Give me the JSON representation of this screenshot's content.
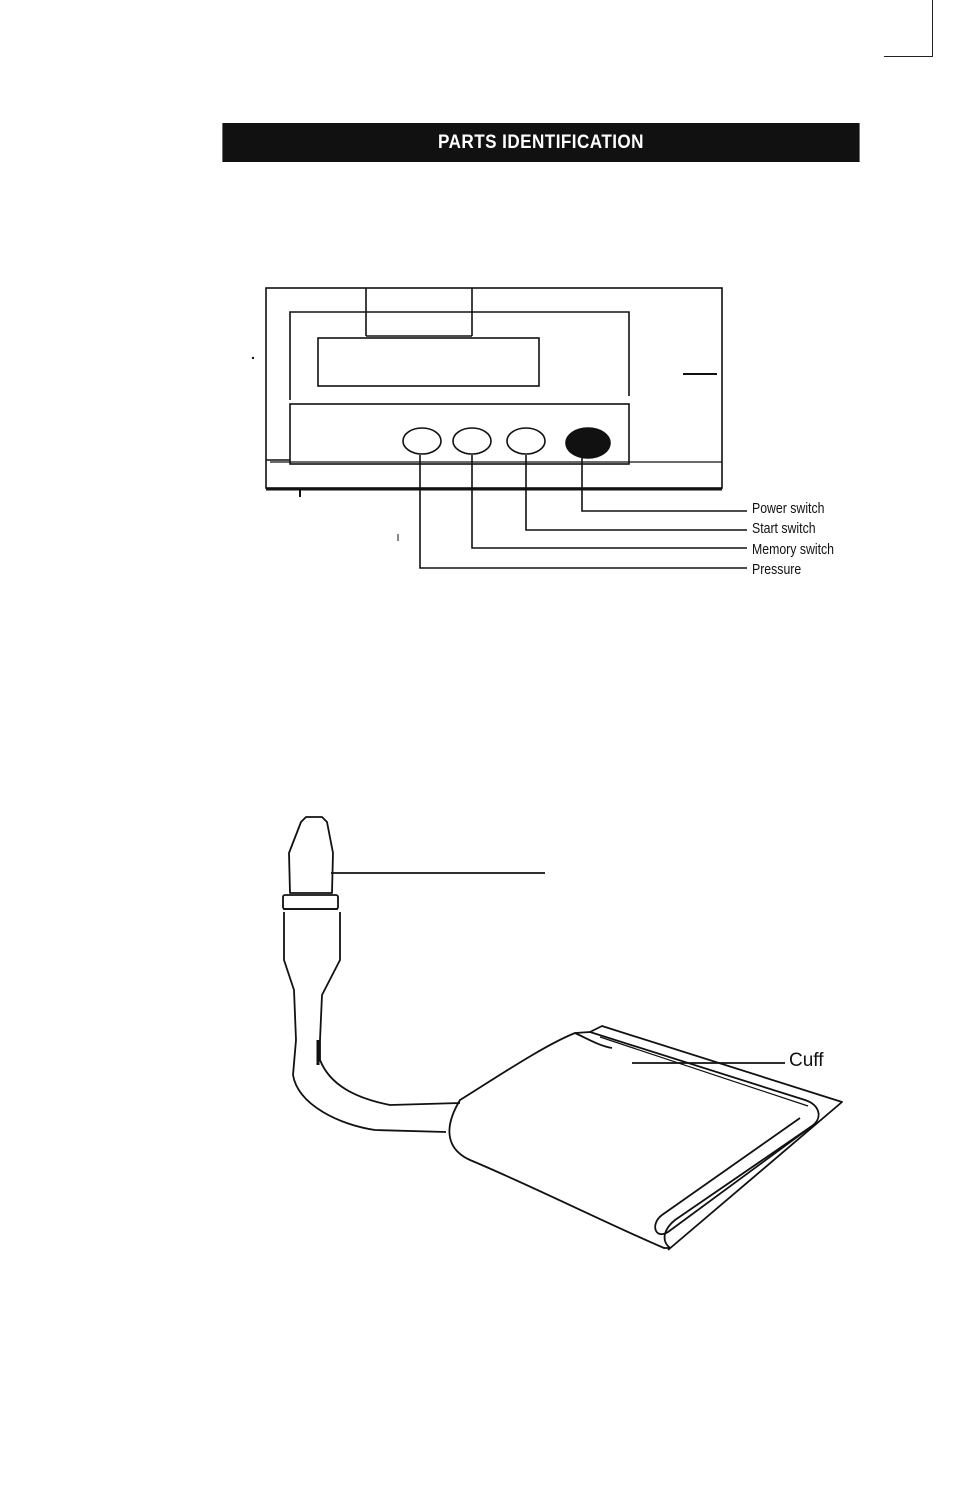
{
  "page": {
    "heading": "PARTS IDENTIFICATION"
  },
  "monitor_diagram": {
    "labels": {
      "power_switch": "Power switch",
      "start_switch": "Start switch",
      "memory_switch": "Memory switch",
      "pressure": "Pressure"
    }
  },
  "cuff_diagram": {
    "labels": {
      "cuff": "Cuff"
    }
  }
}
